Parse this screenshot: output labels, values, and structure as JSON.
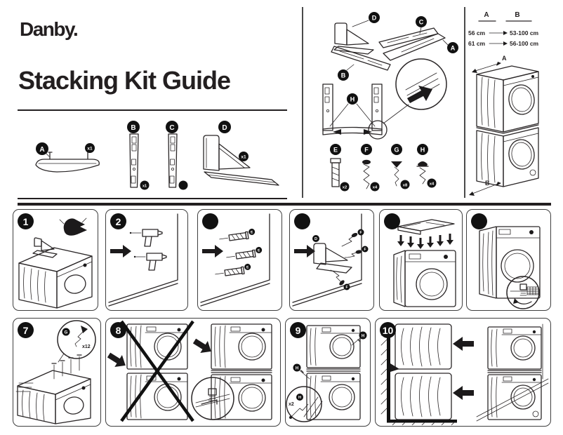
{
  "colors": {
    "ink": "#231f20",
    "panel_border": "#3f3f3f",
    "badge": "#111111"
  },
  "header": {
    "logo": "Danby.",
    "title": "Stacking Kit Guide"
  },
  "parts": {
    "a": {
      "label": "A",
      "qty": "x1"
    },
    "b": {
      "label": "B",
      "qty": "x1"
    },
    "c": {
      "label": "C",
      "qty": ""
    },
    "d": {
      "label": "D",
      "qty": "x1"
    }
  },
  "kit": {
    "label_a": "A",
    "label_b": "B",
    "label_c": "C",
    "label_d": "D",
    "label_h": "H"
  },
  "hardware": [
    {
      "label": "E",
      "qty": "x2"
    },
    {
      "label": "F",
      "qty": "x4"
    },
    {
      "label": "G",
      "qty": "x8"
    },
    {
      "label": "H",
      "qty": "x4"
    }
  ],
  "size_chart": {
    "col_a": "A",
    "col_b": "B",
    "rows": [
      {
        "from": "56 cm",
        "to": "53-100 cm"
      },
      {
        "from": "61 cm",
        "to": "56-100 cm"
      }
    ],
    "dim_width_label": "A",
    "dim_depth_label": "B"
  },
  "steps": {
    "n1": "1",
    "n2": "2",
    "n3": "",
    "n4": "",
    "n5": "",
    "n6": "",
    "n7": "7",
    "n8": "8",
    "n9": "9",
    "n10": "10",
    "s3_part": "E",
    "s4_part_bracket": "D",
    "s4_part_screw": "F",
    "s7_part": "G",
    "s7_qty": "x12",
    "s9_part": "H",
    "s9_detail_qty": "x2",
    "s9_detail_part": "H"
  }
}
